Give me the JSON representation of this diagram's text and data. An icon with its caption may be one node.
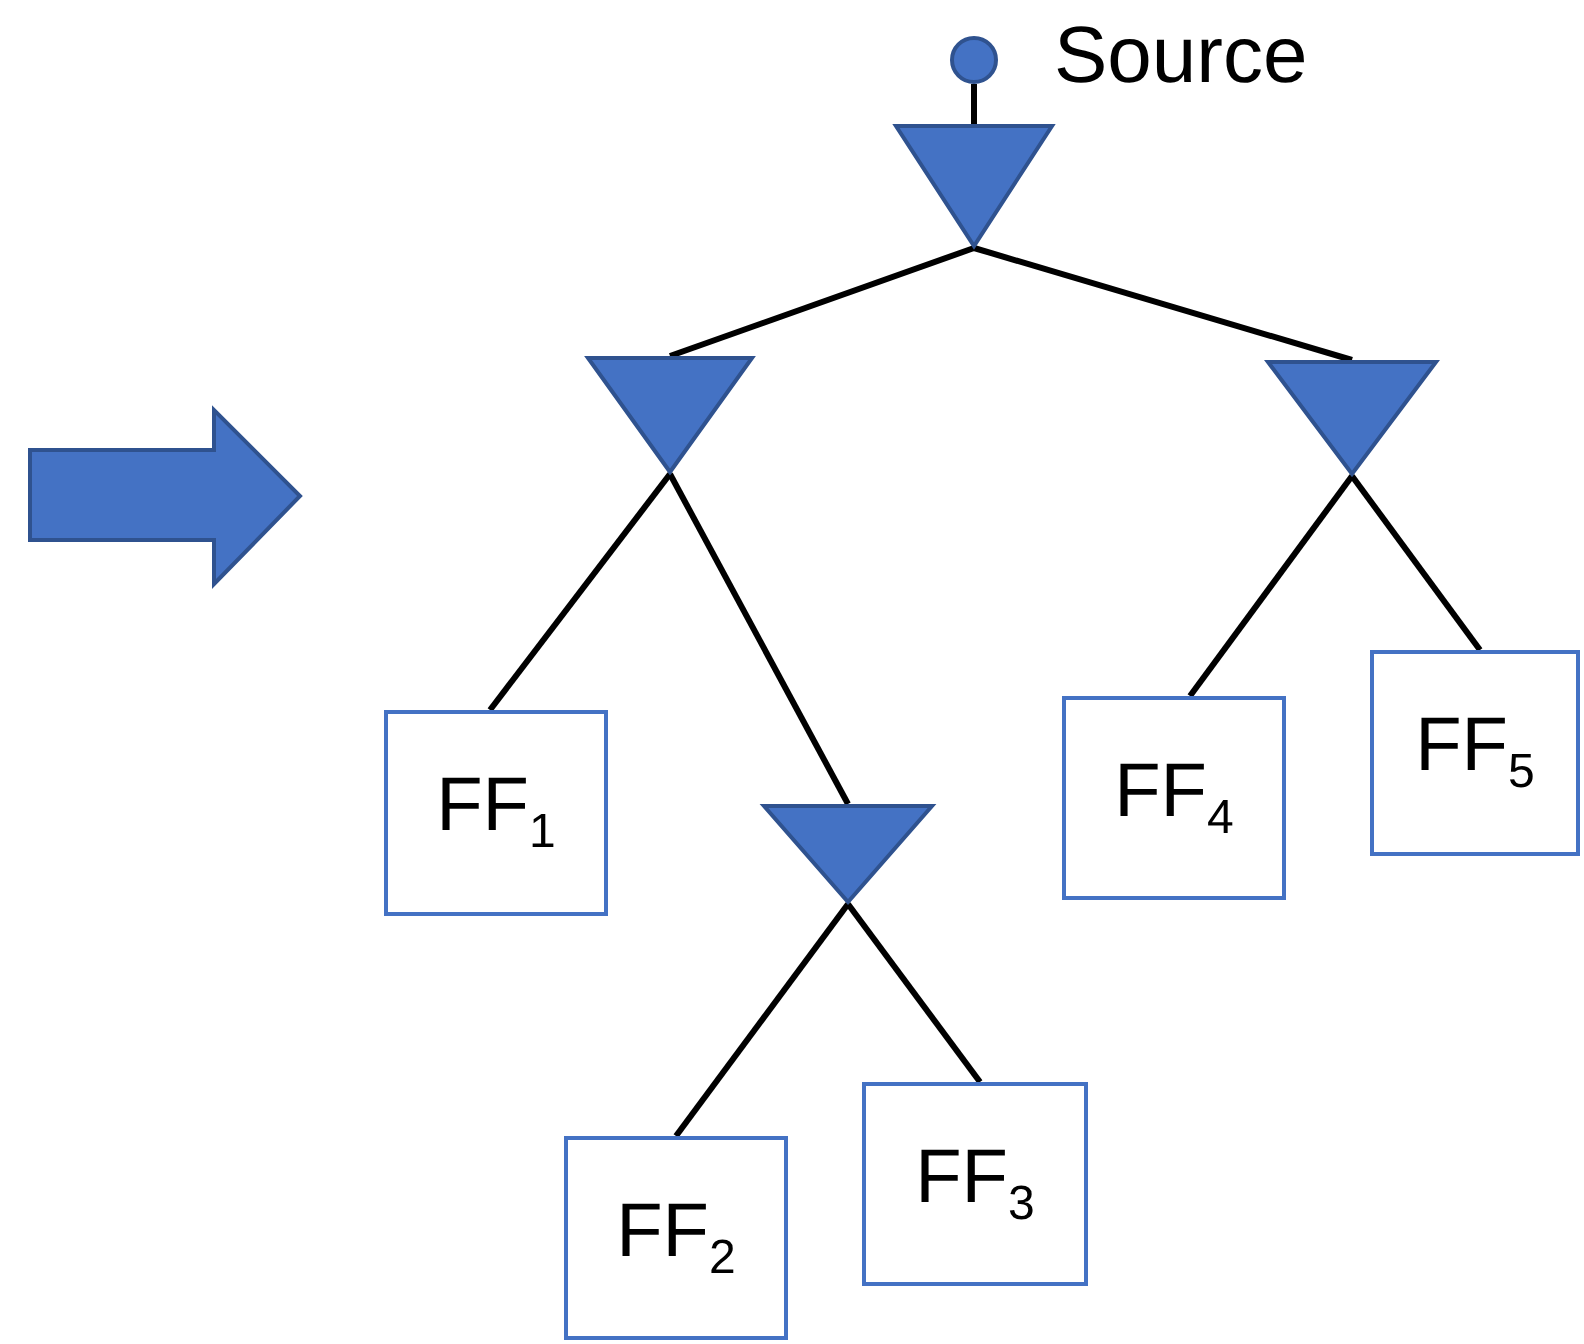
{
  "diagram": {
    "nodes": [
      {
        "text": [],
        "shape": "circle",
        "beside": [
          "Source"
        ]
      },
      {
        "text": [],
        "shape": "triangle"
      },
      {
        "text": [],
        "shape": "triangle"
      },
      {
        "text": [],
        "shape": "triangle"
      },
      {
        "text": [
          "FF$_{1}$"
        ]
      },
      {
        "text": [],
        "shape": "triangle"
      },
      {
        "text": [
          "FF$_{4}$"
        ]
      },
      {
        "text": [
          "FF$_{5}$"
        ]
      },
      {
        "text": [
          "FF$_{2}$"
        ]
      },
      {
        "text": [
          "FF$_{3}$"
        ]
      }
    ],
    "edges": [
      {
        "from": 0,
        "to": 1,
        "arrow": "none"
      },
      {
        "from": 1,
        "to": 2,
        "arrow": "none"
      },
      {
        "from": 1,
        "to": 3,
        "arrow": "none"
      },
      {
        "from": 2,
        "to": 4,
        "arrow": "none"
      },
      {
        "from": 2,
        "to": 5,
        "arrow": "none"
      },
      {
        "from": 3,
        "to": 6,
        "arrow": "none"
      },
      {
        "from": 3,
        "to": 7,
        "arrow": "none"
      },
      {
        "from": 5,
        "to": 8,
        "arrow": "none"
      },
      {
        "from": 5,
        "to": 9,
        "arrow": "none"
      }
    ]
  }
}
